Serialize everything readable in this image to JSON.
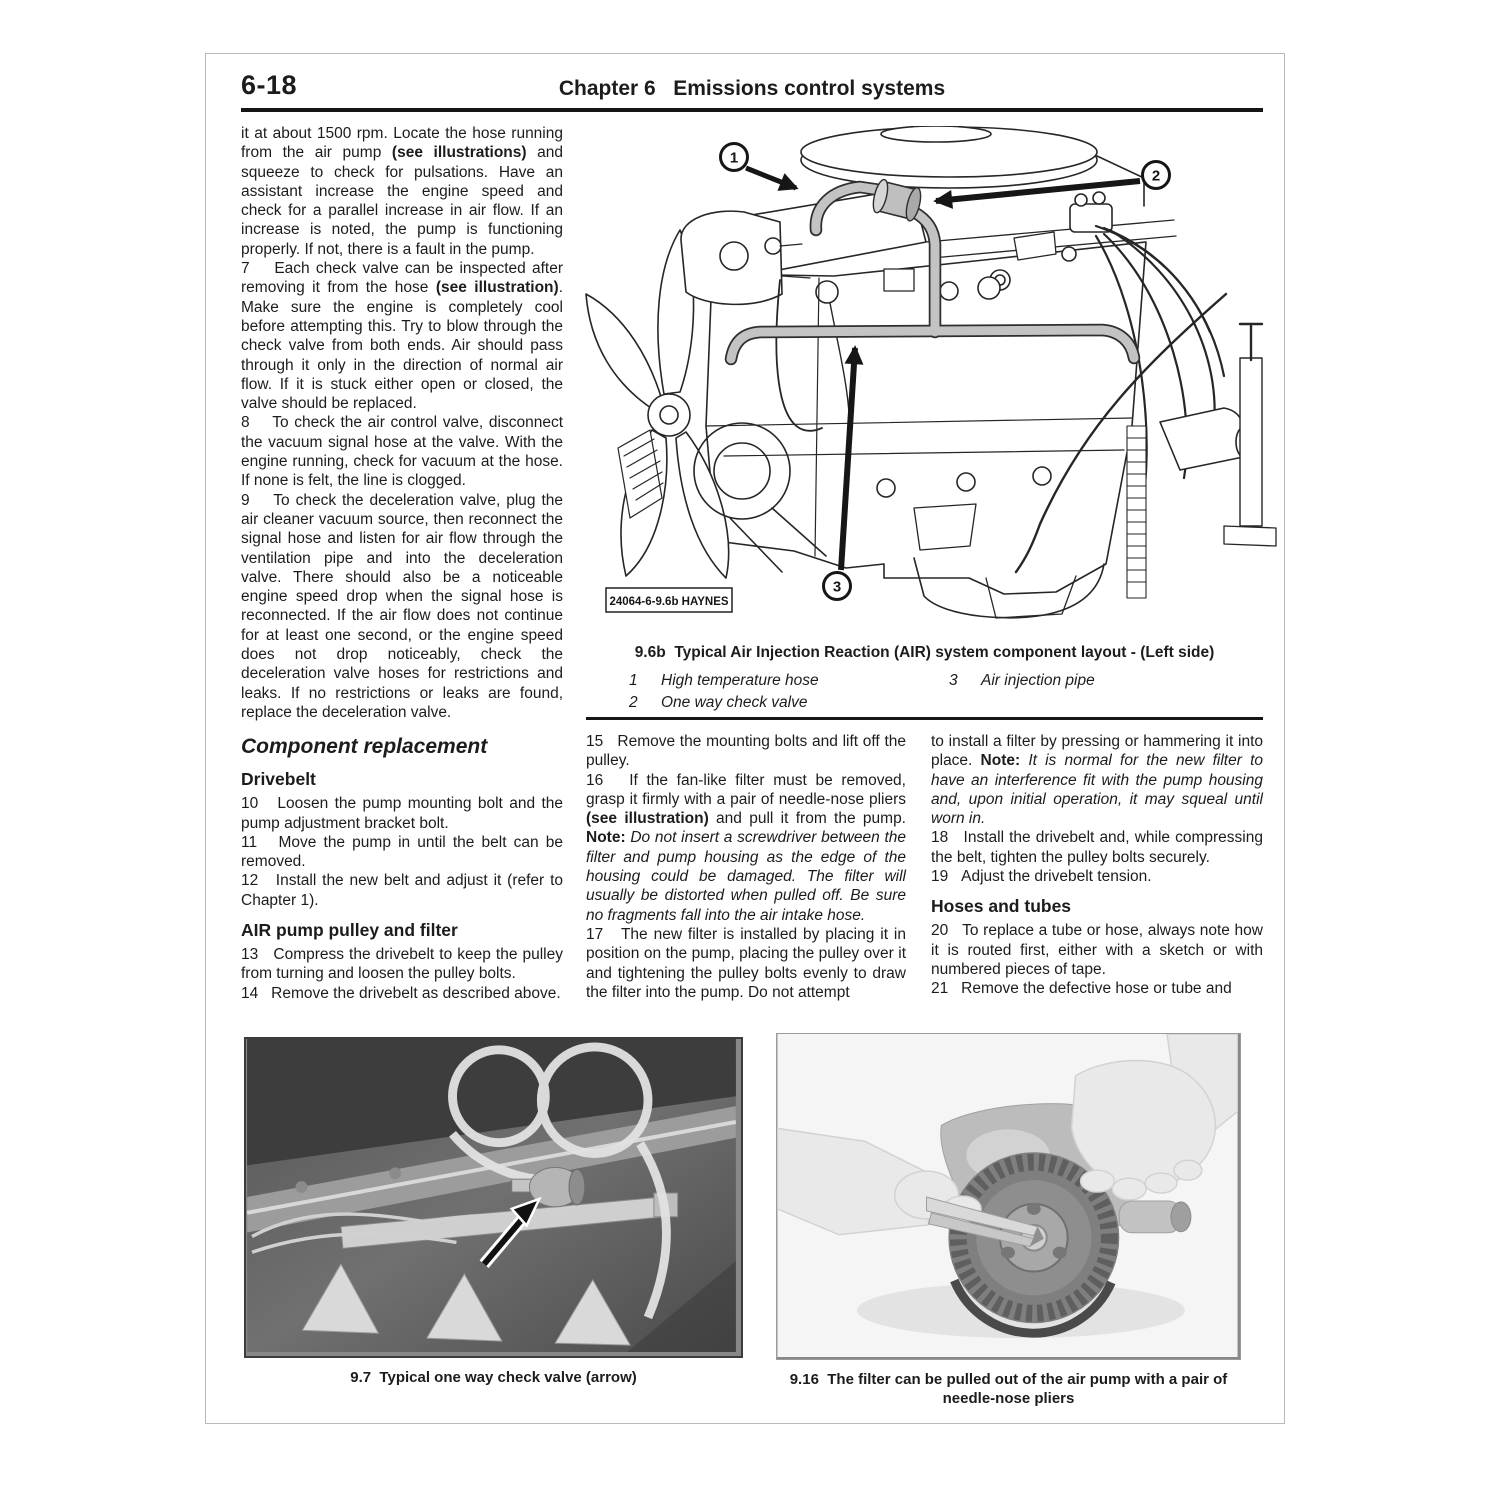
{
  "page": {
    "number": "6-18",
    "chapter_title": "Chapter 6   Emissions control systems"
  },
  "figure": {
    "stamp": "24064-6-9.6b HAYNES",
    "caption": "9.6b  Typical Air Injection Reaction (AIR) system component layout - (Left side)",
    "callouts": [
      "1",
      "2",
      "3"
    ],
    "legend": [
      {
        "num": "1",
        "label": "High temperature hose"
      },
      {
        "num": "2",
        "label": "One way check valve"
      },
      {
        "num": "3",
        "label": "Air injection pipe"
      }
    ]
  },
  "columns": {
    "left": [
      {
        "type": "p",
        "segments": [
          {
            "t": "it at about 1500 rpm. Locate the hose running from the air pump "
          },
          {
            "t": "(see illustrations)",
            "b": true
          },
          {
            "t": " and squeeze to check for pulsations. Have an assistant increase the engine speed and check for a parallel increase in air flow. If an increase is noted, the pump is functioning properly. If not, there is a fault in the pump."
          }
        ]
      },
      {
        "type": "p",
        "segments": [
          {
            "t": "7    Each check valve can be inspected after removing it from the hose "
          },
          {
            "t": "(see illustration)",
            "b": true
          },
          {
            "t": ". Make sure the engine is completely cool before attempting this. Try to blow through the check valve from both ends. Air should pass through it only in the direction of normal air flow. If it is stuck either open or closed, the valve should be replaced."
          }
        ]
      },
      {
        "type": "p",
        "segments": [
          {
            "t": "8    To check the air control valve, disconnect the vacuum signal hose at the valve. With the engine running, check for vacuum at the hose. If none is felt, the line is clogged."
          }
        ]
      },
      {
        "type": "p",
        "segments": [
          {
            "t": "9    To check the deceleration valve, plug the air cleaner vacuum source, then reconnect the signal hose and listen for air flow through the ventilation pipe and into the deceleration valve. There should also be a noticeable engine speed drop when the signal hose is reconnected. If the air flow does not continue for at least one second, or the engine speed does not drop noticeably, check the deceleration valve hoses for restrictions and leaks. If no restrictions or leaks are found, replace the deceleration valve."
          }
        ]
      },
      {
        "type": "h1",
        "text": "Component replacement"
      },
      {
        "type": "h2",
        "text": "Drivebelt"
      },
      {
        "type": "p",
        "segments": [
          {
            "t": "10   Loosen the pump mounting bolt and the pump adjustment bracket bolt."
          }
        ]
      },
      {
        "type": "p",
        "segments": [
          {
            "t": "11   Move the pump in until the belt can be removed."
          }
        ]
      },
      {
        "type": "p",
        "segments": [
          {
            "t": "12   Install the new belt and adjust it (refer to Chapter 1)."
          }
        ]
      },
      {
        "type": "h2",
        "text": "AIR pump pulley and filter"
      },
      {
        "type": "p",
        "segments": [
          {
            "t": "13   Compress the drivebelt to keep the pulley from turning and loosen the pulley bolts."
          }
        ]
      },
      {
        "type": "p",
        "segments": [
          {
            "t": "14   Remove the drivebelt as described above."
          }
        ]
      }
    ],
    "middle": [
      {
        "type": "p",
        "segments": [
          {
            "t": "15   Remove the mounting bolts and lift off the pulley."
          }
        ]
      },
      {
        "type": "p",
        "segments": [
          {
            "t": "16   If the fan-like filter must be removed, grasp it firmly with a pair of needle-nose pliers "
          },
          {
            "t": "(see illustration)",
            "b": true
          },
          {
            "t": " and pull it from the pump. "
          },
          {
            "t": "Note: ",
            "b": true
          },
          {
            "t": "Do not insert a screwdriver between the filter and pump housing as the edge of the housing could be damaged. The filter will usually be distorted when pulled off. Be sure no fragments fall into the air intake hose.",
            "i": true
          }
        ]
      },
      {
        "type": "p",
        "segments": [
          {
            "t": "17   The new filter is installed by placing it in position on the pump, placing the pulley over it and tightening the pulley bolts evenly to draw the filter into the pump. Do not attempt"
          }
        ]
      }
    ],
    "right": [
      {
        "type": "p",
        "segments": [
          {
            "t": "to install a filter by pressing or hammering it into place. "
          },
          {
            "t": "Note: ",
            "b": true
          },
          {
            "t": "It is normal for the new filter to have an interference fit with the pump housing and, upon initial operation, it may squeal until worn in.",
            "i": true
          }
        ]
      },
      {
        "type": "p",
        "segments": [
          {
            "t": "18   Install the drivebelt and, while compressing the belt, tighten the pulley bolts securely."
          }
        ]
      },
      {
        "type": "p",
        "segments": [
          {
            "t": "19   Adjust the drivebelt tension."
          }
        ]
      },
      {
        "type": "h2",
        "text": "Hoses and tubes"
      },
      {
        "type": "p",
        "segments": [
          {
            "t": "20   To replace a tube or hose, always note how it is routed first, either with a sketch or with numbered pieces of tape."
          }
        ]
      },
      {
        "type": "p",
        "segments": [
          {
            "t": "21   Remove the defective hose or tube and"
          }
        ]
      }
    ]
  },
  "photos": {
    "left_caption": "9.7  Typical one way check valve (arrow)",
    "right_caption": "9.16  The filter can be pulled out of the air pump with a pair of needle-nose pliers"
  },
  "colors": {
    "ink": "#161616",
    "hose_highlight": "#c3c3c3",
    "paper": "#ffffff"
  }
}
